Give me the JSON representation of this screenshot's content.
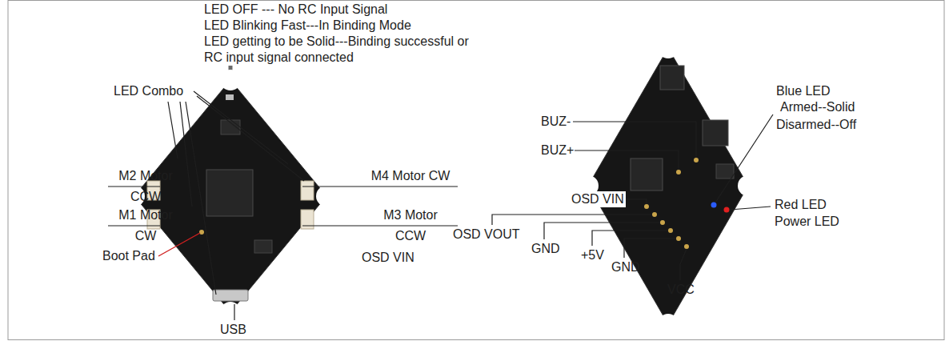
{
  "diagram": {
    "labels": [
      "LED OFF --- No RC Input Signal",
      "LED Blinking Fast---In Binding Mode",
      "LED getting to be Solid---Binding successful or RC input signal connected",
      "LED Combo",
      "M2 Motor CCW",
      "M1 Motor CW",
      "Boot Pad",
      "USB",
      "M4 Motor CW",
      "M3 Motor CCW",
      "OSD VIN",
      "BUZ-",
      "BUZ+",
      "OSD VIN",
      "OSD VOUT",
      "GND",
      "+5V",
      "GND",
      "VCC",
      "Blue LED",
      "Armed--Solid",
      "Disarmed--Off",
      "Red LED",
      "Power LED"
    ]
  }
}
